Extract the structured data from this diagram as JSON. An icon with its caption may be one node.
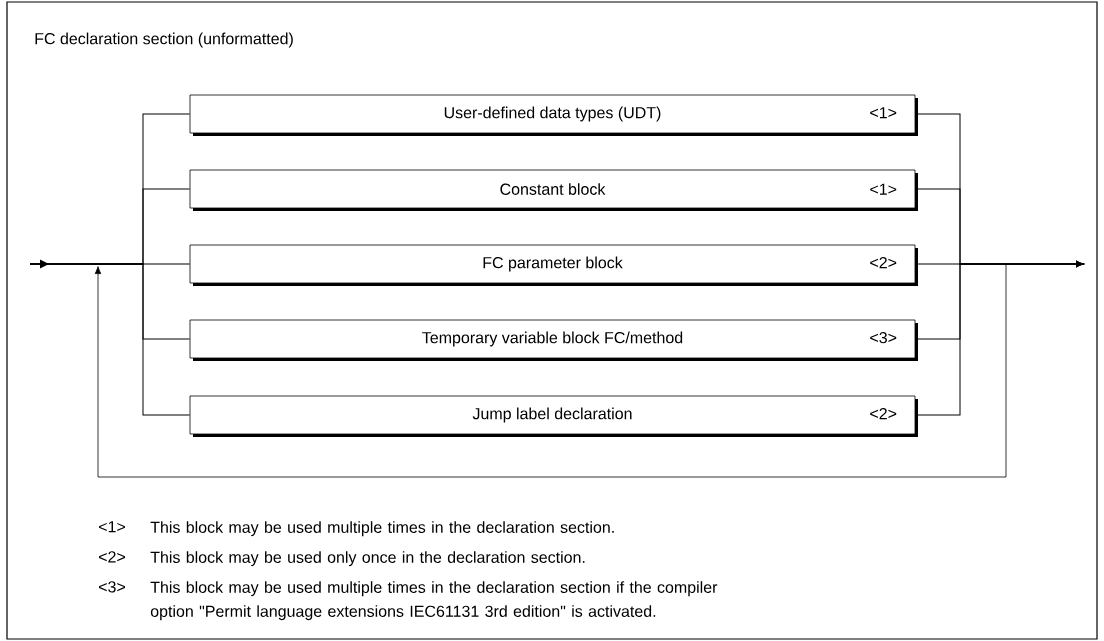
{
  "diagram": {
    "title": "FC declaration section (unformatted)",
    "nodes": [
      {
        "text": [
          "User-defined data types (UDT)",
          "<1>"
        ]
      },
      {
        "text": [
          "Constant block",
          "<1>"
        ]
      },
      {
        "text": [
          "FC parameter block",
          "<2>"
        ]
      },
      {
        "text": [
          "Temporary variable block FC/method",
          "<3>"
        ]
      },
      {
        "text": [
          "Jump label declaration",
          "<2>"
        ]
      }
    ],
    "edges": [
      {
        "from": null,
        "to": 0,
        "arrow": "none"
      },
      {
        "from": null,
        "to": 1,
        "arrow": "none"
      },
      {
        "from": null,
        "to": 2,
        "arrow": "none"
      },
      {
        "from": null,
        "to": 3,
        "arrow": "none"
      },
      {
        "from": null,
        "to": 4,
        "arrow": "none"
      },
      {
        "from": 0,
        "to": null,
        "arrow": "to"
      },
      {
        "from": 1,
        "to": null,
        "arrow": "to"
      },
      {
        "from": 2,
        "to": null,
        "arrow": "to"
      },
      {
        "from": 3,
        "to": null,
        "arrow": "to"
      },
      {
        "from": 4,
        "to": null,
        "arrow": "to"
      }
    ],
    "labels": [
      "<1>",
      "This block may be used multiple times in the declaration section.",
      "<2>",
      "This block may be used only once in the declaration section.",
      "<3>",
      "This block may be used multiple times in the declaration section if the compiler option \"Permit language extensions IEC61131 3rd edition\" is activated."
    ]
  }
}
